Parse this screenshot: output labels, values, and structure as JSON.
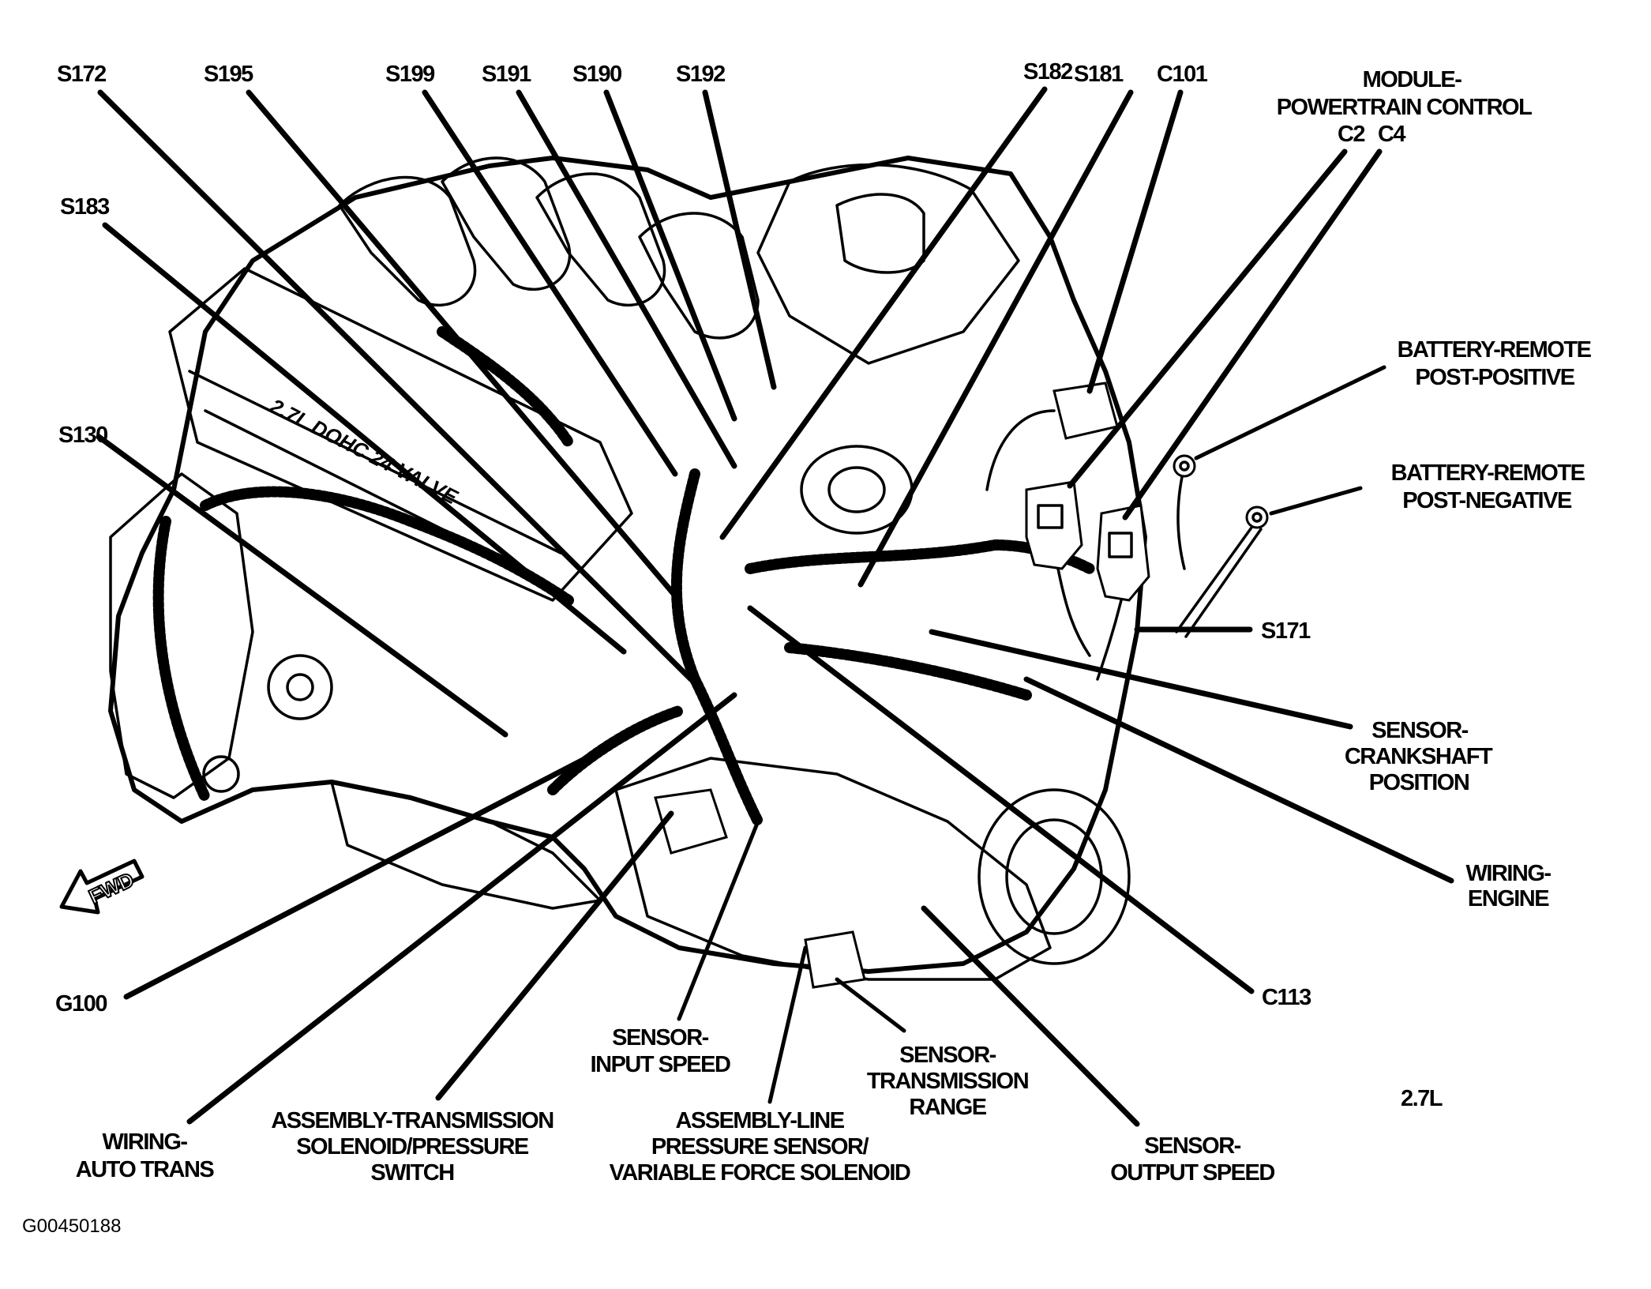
{
  "figure": {
    "id_code": "G00450188",
    "engine_variant": "2.7L",
    "engine_cover_text": "2.7L DOHC 24 VALVE",
    "direction_arrow": "FWD"
  },
  "labels": {
    "s172": "S172",
    "s195": "S195",
    "s199": "S199",
    "s191": "S191",
    "s190": "S190",
    "s192": "S192",
    "s182": "S182",
    "s181": "S181",
    "c101": "C101",
    "pcm": {
      "line1": "MODULE-",
      "line2": "POWERTRAIN CONTROL",
      "c2": "C2",
      "c4": "C4"
    },
    "s183": "S183",
    "s130": "S130",
    "battery_pos": {
      "line1": "BATTERY-REMOTE",
      "line2": "POST-POSITIVE"
    },
    "battery_neg": {
      "line1": "BATTERY-REMOTE",
      "line2": "POST-NEGATIVE"
    },
    "s171": "S171",
    "crank_sensor": {
      "line1": "SENSOR-",
      "line2": "CRANKSHAFT",
      "line3": "POSITION"
    },
    "wiring_engine": {
      "line1": "WIRING-",
      "line2": "ENGINE"
    },
    "c113": "C113",
    "g100": "G100",
    "wiring_auto_trans": {
      "line1": "WIRING-",
      "line2": "AUTO TRANS"
    },
    "trans_solenoid": {
      "line1": "ASSEMBLY-TRANSMISSION",
      "line2": "SOLENOID/PRESSURE",
      "line3": "SWITCH"
    },
    "input_speed": {
      "line1": "SENSOR-",
      "line2": "INPUT SPEED"
    },
    "line_pressure": {
      "line1": "ASSEMBLY-LINE",
      "line2": "PRESSURE SENSOR/",
      "line3": "VARIABLE FORCE SOLENOID"
    },
    "trans_range": {
      "line1": "SENSOR-",
      "line2": "TRANSMISSION",
      "line3": "RANGE"
    },
    "output_speed": {
      "line1": "SENSOR-",
      "line2": "OUTPUT SPEED"
    }
  }
}
